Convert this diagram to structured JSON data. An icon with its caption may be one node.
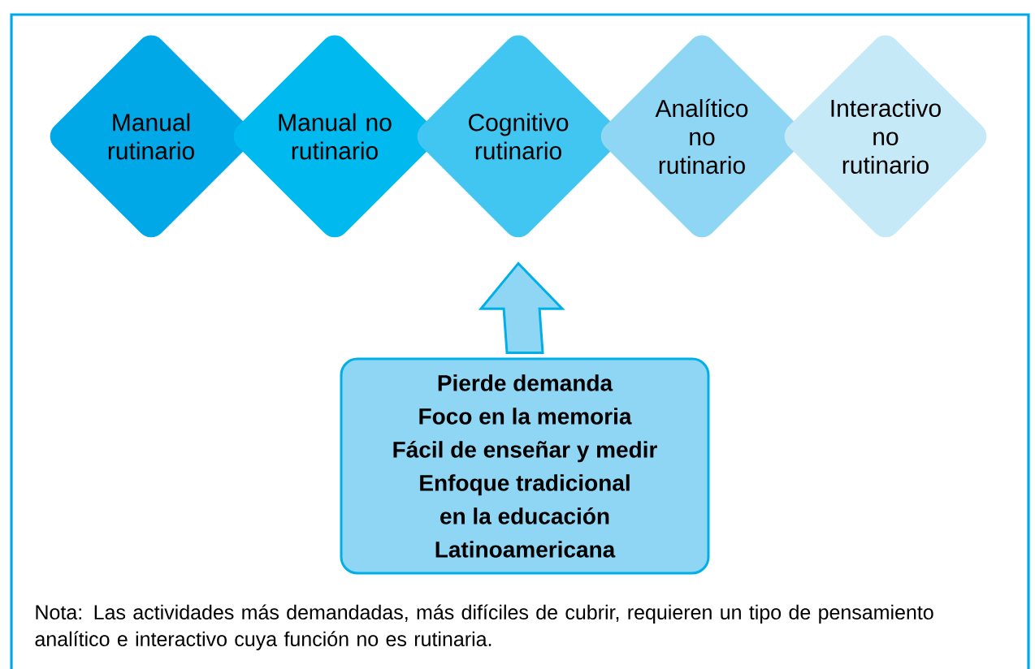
{
  "diagram": {
    "nodes": [
      {
        "text": [
          "Manual rutinario"
        ]
      },
      {
        "text": [
          "Manual no rutinario"
        ]
      },
      {
        "text": [
          "Cognitivo rutinario"
        ]
      },
      {
        "text": [
          "Analítico no rutinario"
        ]
      },
      {
        "text": [
          "Interactivo no rutinario"
        ]
      },
      {
        "text": [
          "Pierde demanda",
          "Foco en la memoria",
          "Fácil de enseñar y medir",
          "Enfoque tradicional",
          "en la educación",
          "Latinoamericana"
        ]
      }
    ],
    "edges": [
      {
        "from": 5,
        "to": 2,
        "arrow": "to"
      }
    ],
    "labels": [
      "Nota: Las actividades más demandadas, más difíciles de cubrir, requieren un tipo de pensamiento analítico e interactivo cuya función no es rutinaria."
    ]
  }
}
